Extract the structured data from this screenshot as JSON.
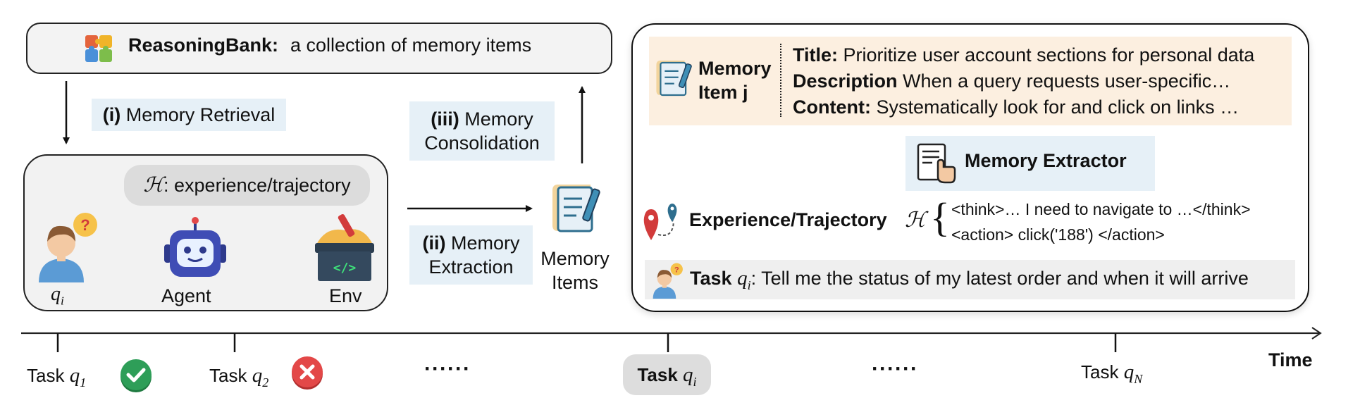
{
  "bank": {
    "title": "ReasoningBank:",
    "subtitle": "a collection of memory items"
  },
  "steps": {
    "retrieval_num": "(i)",
    "retrieval": "Memory Retrieval",
    "consolidation_num": "(iii)",
    "consolidation_1": "Memory",
    "consolidation_2": "Consolidation",
    "extraction_num": "(ii)",
    "extraction_1": "Memory",
    "extraction_2": "Extraction"
  },
  "loop": {
    "history_symbol": "ℋ",
    "history_text": ": experience/trajectory",
    "query": "q",
    "query_sub": "i",
    "agent": "Agent",
    "env": "Env"
  },
  "memory_items": {
    "line1": "Memory",
    "line2": "Items"
  },
  "detail": {
    "item_title_1": "Memory",
    "item_title_2": "Item j",
    "title_key": "Title:",
    "title_val": "Prioritize user account sections for personal data",
    "desc_key": "Description",
    "desc_val": "When a query requests user-specific…",
    "content_key": "Content:",
    "content_val": "Systematically look for and click on links …",
    "extractor": "Memory Extractor",
    "traj_label": "Experience/Trajectory",
    "traj_symbol": "ℋ",
    "traj_line1": "<think>… I need to navigate to …</think>",
    "traj_line2": "<action> click('188') </action>",
    "task_label": "Task",
    "task_q": "q",
    "task_sub": "i",
    "task_text": ": Tell me the status of my latest order and when it will arrive"
  },
  "timeline": {
    "task1_label": "Task",
    "task1_q": "q",
    "task1_sub": "1",
    "task2_label": "Task",
    "task2_q": "q",
    "task2_sub": "2",
    "dots1": "······",
    "taski_label": "Task",
    "taski_q": "q",
    "taski_sub": "i",
    "dots2": "······",
    "taskN_label": "Task",
    "taskN_q": "q",
    "taskN_sub": "N",
    "time": "Time"
  },
  "colors": {
    "label_bg": "#e6f0f7",
    "memory_bg": "#fcefe0",
    "panel_bg": "#f2f2f2",
    "check": "#2e9e58",
    "cross": "#e34848"
  },
  "icons": [
    "puzzle-icon",
    "user-question-icon",
    "robot-icon",
    "env-box-icon",
    "notebook-icon",
    "extractor-icon",
    "trajectory-pin-icon",
    "check-icon",
    "cross-icon"
  ]
}
